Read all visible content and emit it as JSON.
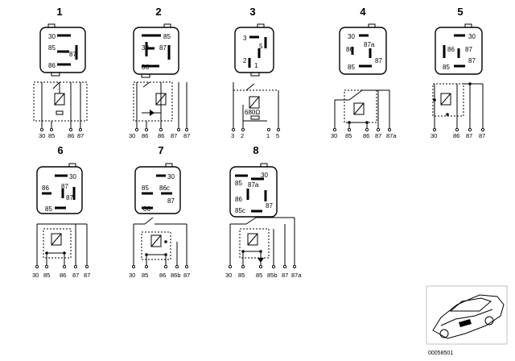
{
  "diagram_id": "00058501",
  "relays": [
    {
      "number": "1",
      "housing_pins": [
        "30",
        "85",
        "87",
        "86"
      ],
      "terminals": [
        "30",
        "85",
        "86",
        "87"
      ]
    },
    {
      "number": "2",
      "housing_pins": [
        "85",
        "30",
        "87",
        "86"
      ],
      "terminals": [
        "30",
        "86",
        "86",
        "87",
        "87"
      ]
    },
    {
      "number": "3",
      "housing_pins": [
        "3",
        "5",
        "2",
        "1"
      ],
      "circuit_label": "680Ω",
      "terminals": [
        "3",
        "2",
        "1",
        "5"
      ]
    },
    {
      "number": "4",
      "housing_pins": [
        "30",
        "87a",
        "86",
        "87",
        "85"
      ],
      "terminals": [
        "30",
        "85",
        "86",
        "87",
        "87a"
      ]
    },
    {
      "number": "5",
      "housing_pins": [
        "30",
        "86",
        "87",
        "87",
        "85"
      ],
      "terminals": [
        "30",
        "86",
        "87",
        "87"
      ]
    },
    {
      "number": "6",
      "housing_pins": [
        "30",
        "86",
        "87",
        "87",
        "85"
      ],
      "terminals": [
        "30",
        "85",
        "86",
        "87",
        "87"
      ]
    },
    {
      "number": "7",
      "housing_pins": [
        "30",
        "85",
        "86c",
        "87",
        "86"
      ],
      "terminals": [
        "30",
        "85",
        "86",
        "86b",
        "87"
      ]
    },
    {
      "number": "8",
      "housing_pins": [
        "30",
        "85",
        "87a",
        "86",
        "87",
        "85c"
      ],
      "terminals": [
        "30",
        "85",
        "85",
        "85b",
        "87",
        "87a"
      ]
    }
  ]
}
